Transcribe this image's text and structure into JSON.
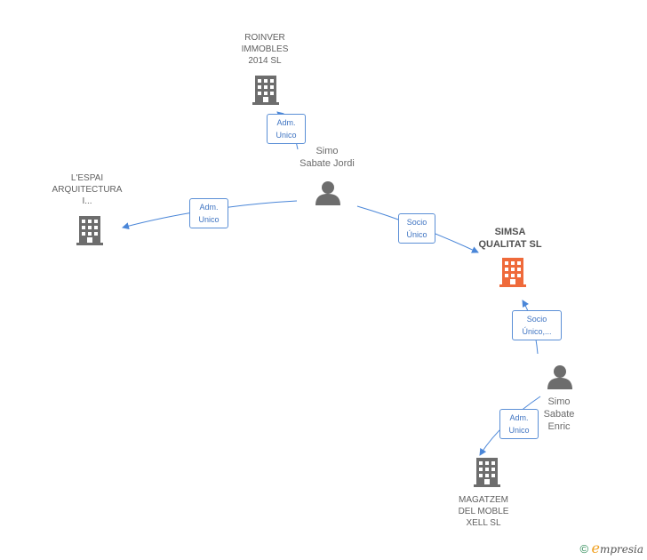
{
  "colors": {
    "edge": "#4a86d8",
    "building": "#6d6d6d",
    "building_main": "#ef6a3a",
    "person": "#6d6d6d"
  },
  "nodes": {
    "roinver": {
      "label": "ROINVER\nIMMOBLES\n2014  SL",
      "icon": "building-icon"
    },
    "lespai": {
      "label": "L'ESPAI\nARQUITECTURA\nI...",
      "icon": "building-icon"
    },
    "simsa": {
      "label": "SIMSA\nQUALITAT SL",
      "icon": "building-icon"
    },
    "magatzem": {
      "label": "MAGATZEM\nDEL MOBLE\nXELL SL",
      "icon": "building-icon"
    },
    "jordi": {
      "label": "Simo\nSabate Jordi",
      "icon": "person-icon"
    },
    "enric": {
      "label": "Simo\nSabate\nEnric",
      "icon": "person-icon"
    }
  },
  "edges": {
    "jordi_roinver": "Adm.\nUnico",
    "jordi_lespai": "Adm.\nUnico",
    "jordi_simsa": "Socio\nÚnico",
    "enric_simsa": "Socio\nÚnico,...",
    "enric_magatzem": "Adm.\nUnico"
  },
  "footer": {
    "copyright": "©",
    "brand_first": "e",
    "brand_rest": "mpresia"
  }
}
